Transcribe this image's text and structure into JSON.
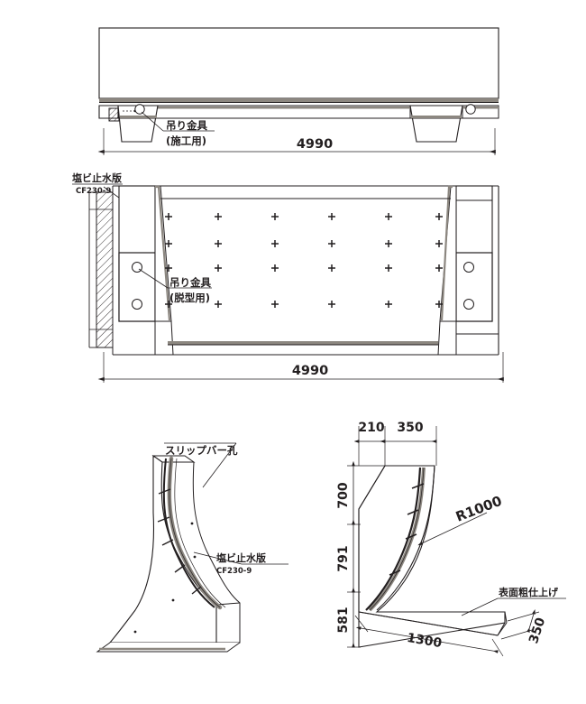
{
  "drawing": {
    "type": "engineering-drawing",
    "discipline": "precast concrete channel / flume segment",
    "language": "ja",
    "background_color": "#ffffff",
    "line_color": "#231f20",
    "shade_color": "#8c8780",
    "views": [
      {
        "id": "elevation",
        "name": "side-elevation-view"
      },
      {
        "id": "plan",
        "name": "plan-view"
      },
      {
        "id": "iso",
        "name": "isometric-detail-view"
      },
      {
        "id": "section",
        "name": "cross-section-view"
      }
    ]
  },
  "elevation": {
    "name": "side-elevation-view",
    "dimension_label": "4990",
    "callout_line1": "吊り金具",
    "callout_line2": "(施工用)"
  },
  "plan": {
    "name": "plan-view",
    "dimension_label": "4990",
    "waterstop_line1": "塩ビ止水版",
    "waterstop_line2": "CF230-9",
    "callout_line1": "吊り金具",
    "callout_line2": "(脱型用)",
    "marker_grid": {
      "rows": 4,
      "cols": 6,
      "glyph": "plus-marker"
    }
  },
  "iso": {
    "name": "isometric-detail-view",
    "label_slip_bar": "スリップバー孔",
    "label_waterstop_line1": "塩ビ止水版",
    "label_waterstop_line2": "CF230-9"
  },
  "section": {
    "name": "cross-section-view",
    "label_surface_finish": "表面粗仕上げ",
    "radius_label": "R1000",
    "dimensions": {
      "top_left": "210",
      "top_right": "350",
      "upper_height": "700",
      "mid_height": "791",
      "lower_height": "581",
      "base_length": "1300",
      "base_thickness": "350"
    }
  },
  "chart_data": {
    "type": "table",
    "title": "Cross-section dimensions (mm)",
    "categories": [
      "210",
      "350",
      "700",
      "791",
      "581",
      "1300",
      "350",
      "R1000",
      "4990"
    ],
    "values": [
      210,
      350,
      700,
      791,
      581,
      1300,
      350,
      1000,
      4990
    ]
  }
}
